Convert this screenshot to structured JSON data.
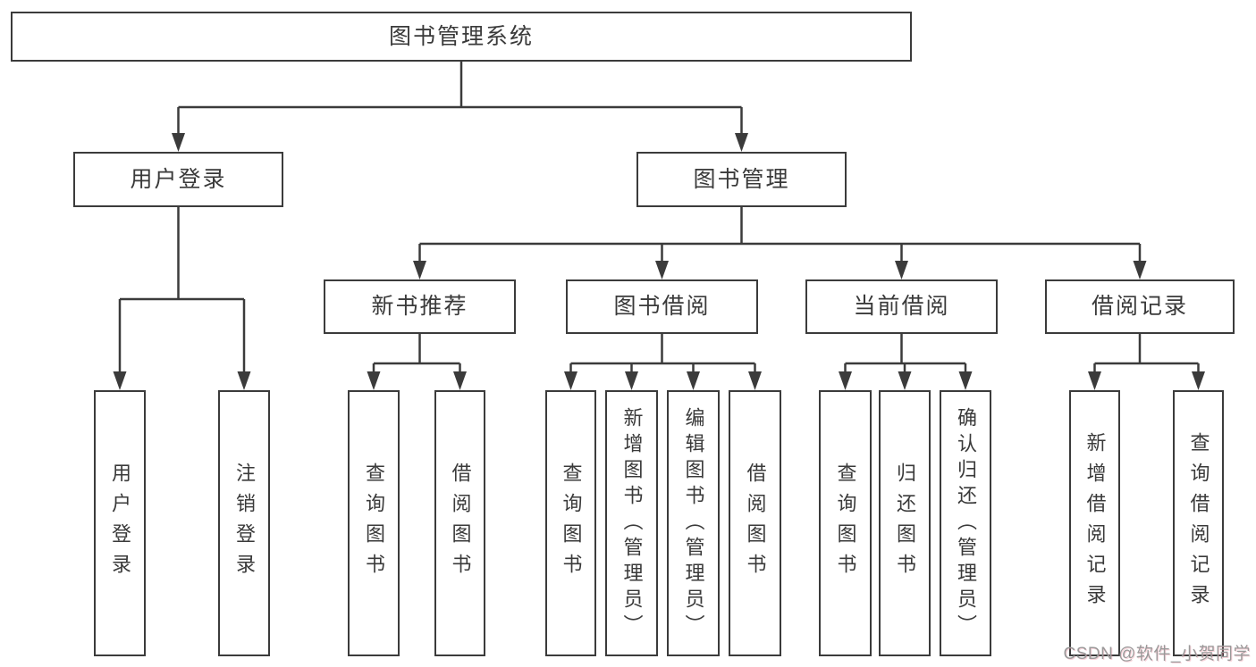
{
  "colors": {
    "line": "#3b3b3b",
    "text": "#3a3a3a",
    "background": "#ffffff",
    "watermark_gray": "#9a9a9a"
  },
  "root": {
    "label": "图书管理系统"
  },
  "branches": {
    "user_login": {
      "label": "用户登录"
    },
    "book_management": {
      "label": "图书管理"
    }
  },
  "modules": {
    "new_book_recommend": {
      "label": "新书推荐"
    },
    "book_borrow": {
      "label": "图书借阅"
    },
    "current_borrow": {
      "label": "当前借阅"
    },
    "borrow_record": {
      "label": "借阅记录"
    }
  },
  "functions": {
    "user_login": {
      "label": "用户登录"
    },
    "logout": {
      "label": "注销登录"
    },
    "recommend_query_book": {
      "label": "查询图书"
    },
    "recommend_borrow_book": {
      "label": "借阅图书"
    },
    "borrow_query_book": {
      "label": "查询图书"
    },
    "borrow_add_book": {
      "label": "新增图书（管理员）"
    },
    "borrow_edit_book": {
      "label": "编辑图书（管理员）"
    },
    "borrow_borrow_book": {
      "label": "借阅图书"
    },
    "current_query_book": {
      "label": "查询图书"
    },
    "current_return_book": {
      "label": "归还图书"
    },
    "current_confirm_return": {
      "label": "确认归还（管理员）"
    },
    "record_add": {
      "label": "新增借阅记录"
    },
    "record_query": {
      "label": "查询借阅记录"
    }
  },
  "watermark": {
    "text": "CSDN @软件_小贺同学"
  }
}
